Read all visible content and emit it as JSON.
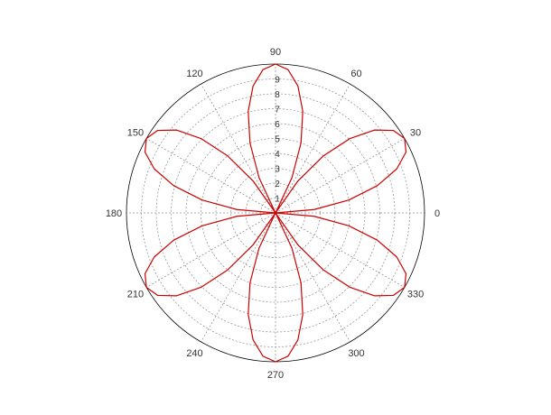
{
  "chart_data": {
    "type": "line",
    "coordinate_system": "polar",
    "angle_unit": "degrees",
    "equation": "",
    "series": [
      {
        "color": "#cc0000",
        "theta_deg": [
          0,
          5,
          10,
          15,
          20,
          25,
          30,
          35,
          40,
          45,
          50,
          55,
          60,
          65,
          70,
          75,
          80,
          85,
          90,
          95,
          100,
          105,
          110,
          115,
          120,
          125,
          130,
          135,
          140,
          145,
          150,
          155,
          160,
          165,
          170,
          175,
          180,
          185,
          190,
          195,
          200,
          205,
          210,
          215,
          220,
          225,
          230,
          235,
          240,
          245,
          250,
          255,
          260,
          265,
          270,
          275,
          280,
          285,
          290,
          295,
          300,
          305,
          310,
          315,
          320,
          325,
          330,
          335,
          340,
          345,
          350,
          355,
          360
        ],
        "r": [
          0,
          2.61,
          5,
          7.07,
          8.66,
          9.66,
          10,
          9.66,
          8.66,
          7.07,
          5,
          2.61,
          0,
          2.61,
          5,
          7.07,
          8.66,
          9.66,
          10,
          9.66,
          8.66,
          7.07,
          5,
          2.61,
          0,
          2.61,
          5,
          7.07,
          8.66,
          9.66,
          10,
          9.66,
          8.66,
          7.07,
          5,
          2.61,
          0,
          2.61,
          5,
          7.07,
          8.66,
          9.66,
          10,
          9.66,
          8.66,
          7.07,
          5,
          2.61,
          0,
          2.61,
          5,
          7.07,
          8.66,
          9.66,
          10,
          9.66,
          8.66,
          7.07,
          5,
          2.61,
          0,
          2.61,
          5,
          7.07,
          8.66,
          9.66,
          10,
          9.66,
          8.66,
          7.07,
          5,
          2.61,
          0
        ]
      }
    ],
    "r_max": 10,
    "r_ticks": [
      "1",
      "2",
      "3",
      "4",
      "5",
      "6",
      "7",
      "8",
      "9"
    ],
    "r_tick_values": [
      1,
      2,
      3,
      4,
      5,
      6,
      7,
      8,
      9
    ],
    "theta_ticks": [
      "0",
      "30",
      "60",
      "90",
      "120",
      "150",
      "180",
      "210",
      "240",
      "270",
      "300",
      "330"
    ],
    "theta_tick_values": [
      0,
      30,
      60,
      90,
      120,
      150,
      180,
      210,
      240,
      270,
      300,
      330
    ],
    "grid": true,
    "grid_color": "#999999",
    "axis_color": "#000000"
  }
}
